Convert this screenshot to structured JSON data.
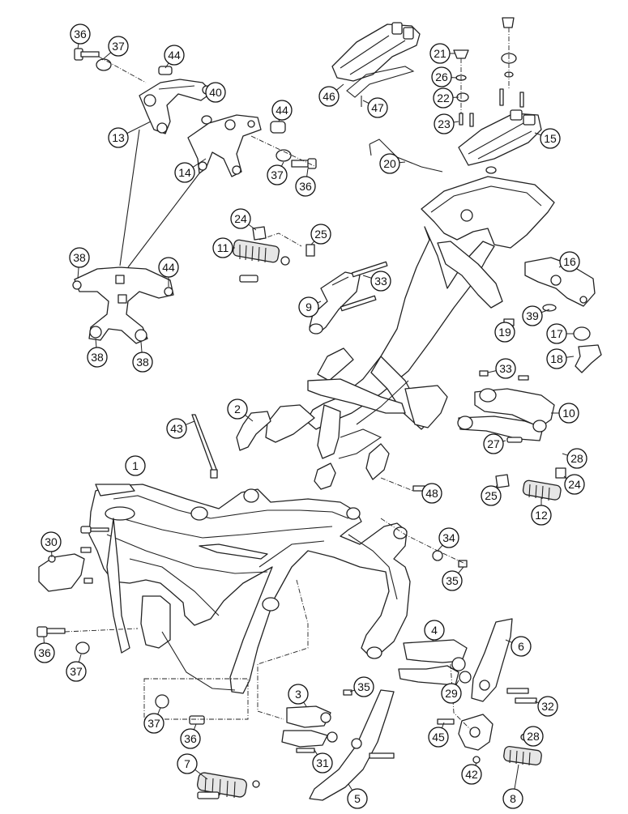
{
  "callouts": [
    {
      "n": "36"
    },
    {
      "n": "37"
    },
    {
      "n": "44"
    },
    {
      "n": "40"
    },
    {
      "n": "13"
    },
    {
      "n": "44"
    },
    {
      "n": "14"
    },
    {
      "n": "37"
    },
    {
      "n": "36"
    },
    {
      "n": "46"
    },
    {
      "n": "47"
    },
    {
      "n": "21"
    },
    {
      "n": "26"
    },
    {
      "n": "22"
    },
    {
      "n": "23"
    },
    {
      "n": "15"
    },
    {
      "n": "20"
    },
    {
      "n": "24"
    },
    {
      "n": "11"
    },
    {
      "n": "25"
    },
    {
      "n": "33"
    },
    {
      "n": "9"
    },
    {
      "n": "16"
    },
    {
      "n": "39"
    },
    {
      "n": "19"
    },
    {
      "n": "17"
    },
    {
      "n": "18"
    },
    {
      "n": "38"
    },
    {
      "n": "44"
    },
    {
      "n": "38"
    },
    {
      "n": "38"
    },
    {
      "n": "2"
    },
    {
      "n": "33"
    },
    {
      "n": "10"
    },
    {
      "n": "43"
    },
    {
      "n": "27"
    },
    {
      "n": "28"
    },
    {
      "n": "1"
    },
    {
      "n": "25"
    },
    {
      "n": "24"
    },
    {
      "n": "48"
    },
    {
      "n": "12"
    },
    {
      "n": "30"
    },
    {
      "n": "34"
    },
    {
      "n": "35"
    },
    {
      "n": "36"
    },
    {
      "n": "37"
    },
    {
      "n": "4"
    },
    {
      "n": "6"
    },
    {
      "n": "3"
    },
    {
      "n": "35"
    },
    {
      "n": "29"
    },
    {
      "n": "32"
    },
    {
      "n": "37"
    },
    {
      "n": "36"
    },
    {
      "n": "45"
    },
    {
      "n": "28"
    },
    {
      "n": "31"
    },
    {
      "n": "7"
    },
    {
      "n": "42"
    },
    {
      "n": "8"
    },
    {
      "n": "5"
    }
  ]
}
